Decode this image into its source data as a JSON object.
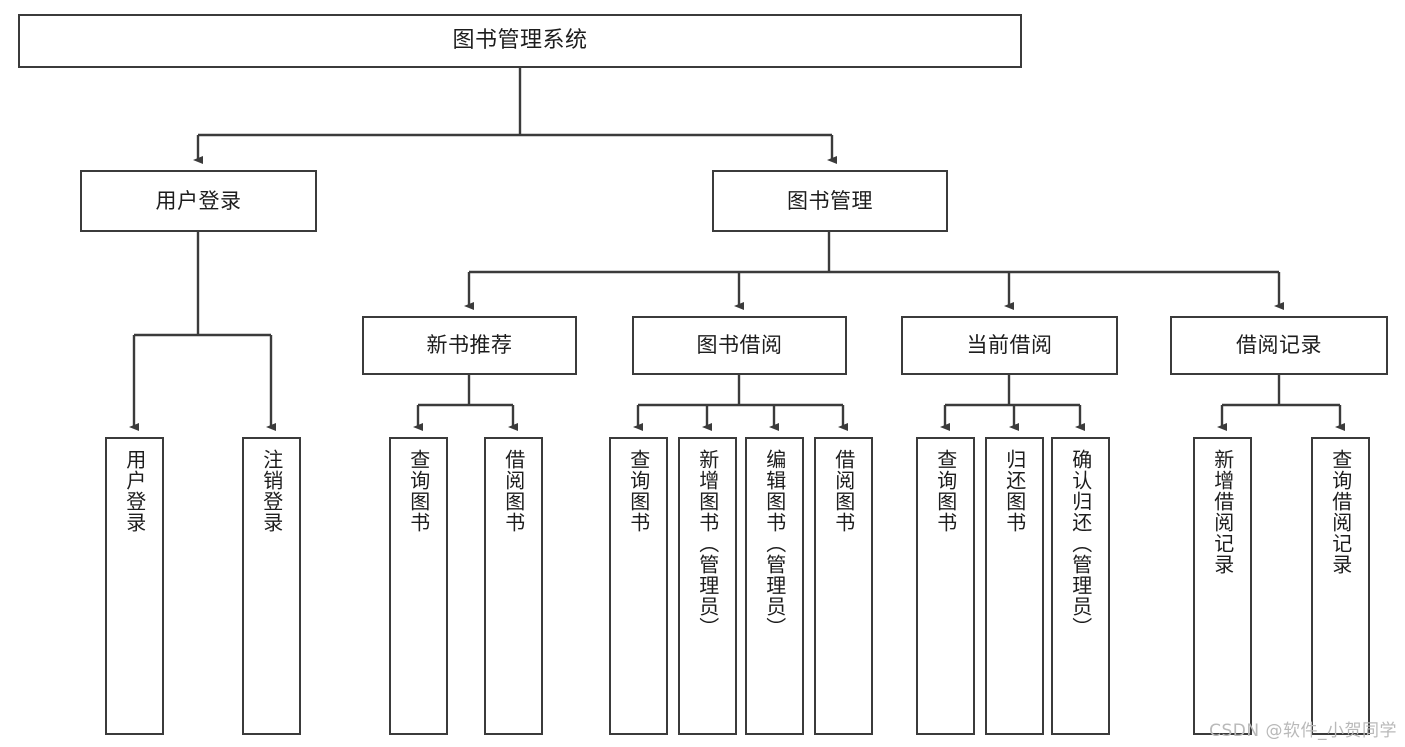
{
  "diagram": {
    "title": "图书管理系统",
    "type": "hierarchy-tree",
    "watermark": "CSDN @软件_小贺同学",
    "colors": {
      "stroke": "#3b3b3b",
      "fill": "#ffffff",
      "text": "#1d1d1d",
      "watermark": "#b9b9b9"
    },
    "root": {
      "label": "图书管理系统"
    },
    "level2": [
      {
        "label": "用户登录"
      },
      {
        "label": "图书管理"
      }
    ],
    "level3": [
      {
        "label": "新书推荐"
      },
      {
        "label": "图书借阅"
      },
      {
        "label": "当前借阅"
      },
      {
        "label": "借阅记录"
      }
    ],
    "leaves": {
      "user_login": [
        {
          "label": "用户登录"
        },
        {
          "label": "注销登录"
        }
      ],
      "new_book": [
        {
          "label": "查询图书"
        },
        {
          "label": "借阅图书"
        }
      ],
      "book_borrow": [
        {
          "label": "查询图书"
        },
        {
          "label": "新增图书（管理员）"
        },
        {
          "label": "编辑图书（管理员）"
        },
        {
          "label": "借阅图书"
        }
      ],
      "current_borrow": [
        {
          "label": "查询图书"
        },
        {
          "label": "归还图书"
        },
        {
          "label": "确认归还（管理员）"
        }
      ],
      "borrow_record": [
        {
          "label": "新增借阅记录"
        },
        {
          "label": "查询借阅记录"
        }
      ]
    }
  }
}
